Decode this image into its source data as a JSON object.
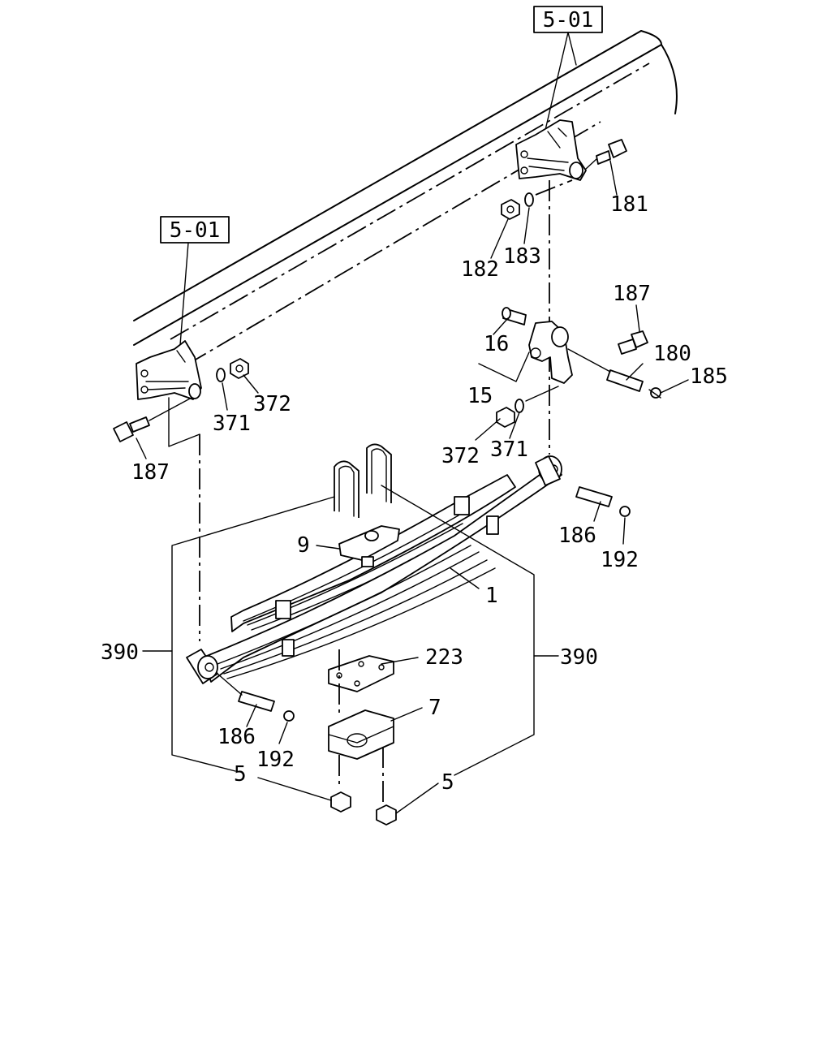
{
  "diagram": {
    "references": [
      "5-01",
      "5-01"
    ],
    "labels": {
      "p181": "181",
      "p182": "182",
      "p183": "183",
      "p187_right": "187",
      "p16": "16",
      "p15": "15",
      "p180": "180",
      "p185": "185",
      "p372_left": "372",
      "p371_left": "371",
      "p187_left": "187",
      "p372_right": "372",
      "p371_right": "371",
      "p9": "9",
      "p1": "1",
      "p186_right": "186",
      "p192_right": "192",
      "p390_left": "390",
      "p390_right": "390",
      "p223": "223",
      "p186_left": "186",
      "p192_left": "192",
      "p7": "7",
      "p5_left": "5",
      "p5_right": "5"
    }
  }
}
